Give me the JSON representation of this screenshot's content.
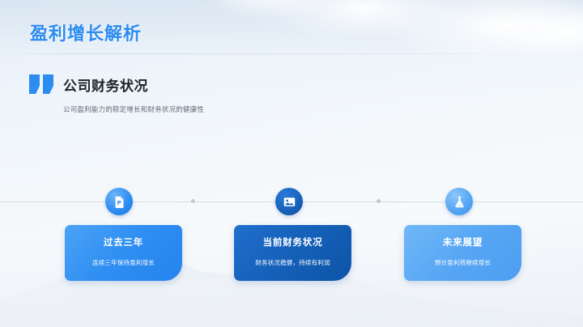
{
  "slide": {
    "title": "盈利增长解析",
    "quote": {
      "heading": "公司财务状况",
      "subtitle": "公司盈利能力的稳定增长和财务状况的健康性",
      "mark_icon": "quote-mark-icon"
    },
    "accent_color": "#2d8cf0",
    "timeline": {
      "nodes": [
        {
          "icon": "file-document-icon",
          "color": "#2f8ef2"
        },
        {
          "icon": "image-picture-icon",
          "color": "#1560b8"
        },
        {
          "icon": "flask-beaker-icon",
          "color": "#57a6f4"
        }
      ],
      "cards": [
        {
          "title": "过去三年",
          "desc": "连续三年保持盈利增长",
          "color": "#2f8ef2"
        },
        {
          "title": "当前财务状况",
          "desc": "财务状况稳健，持续有利润",
          "color": "#1560b8"
        },
        {
          "title": "未来展望",
          "desc": "预计盈利将继续增长",
          "color": "#57a6f4"
        }
      ]
    }
  }
}
